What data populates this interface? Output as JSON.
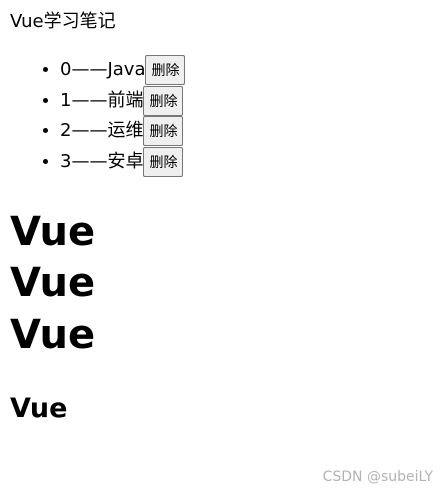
{
  "heading": "Vue学习笔记",
  "items": [
    {
      "label": "0——Java",
      "button": "删除"
    },
    {
      "label": "1——前端",
      "button": "删除"
    },
    {
      "label": "2——运维",
      "button": "删除"
    },
    {
      "label": "3——安卓",
      "button": "删除"
    }
  ],
  "big_headings": [
    "Vue",
    "Vue",
    "Vue"
  ],
  "small_heading": "Vue",
  "watermark": "CSDN @subeiLY"
}
